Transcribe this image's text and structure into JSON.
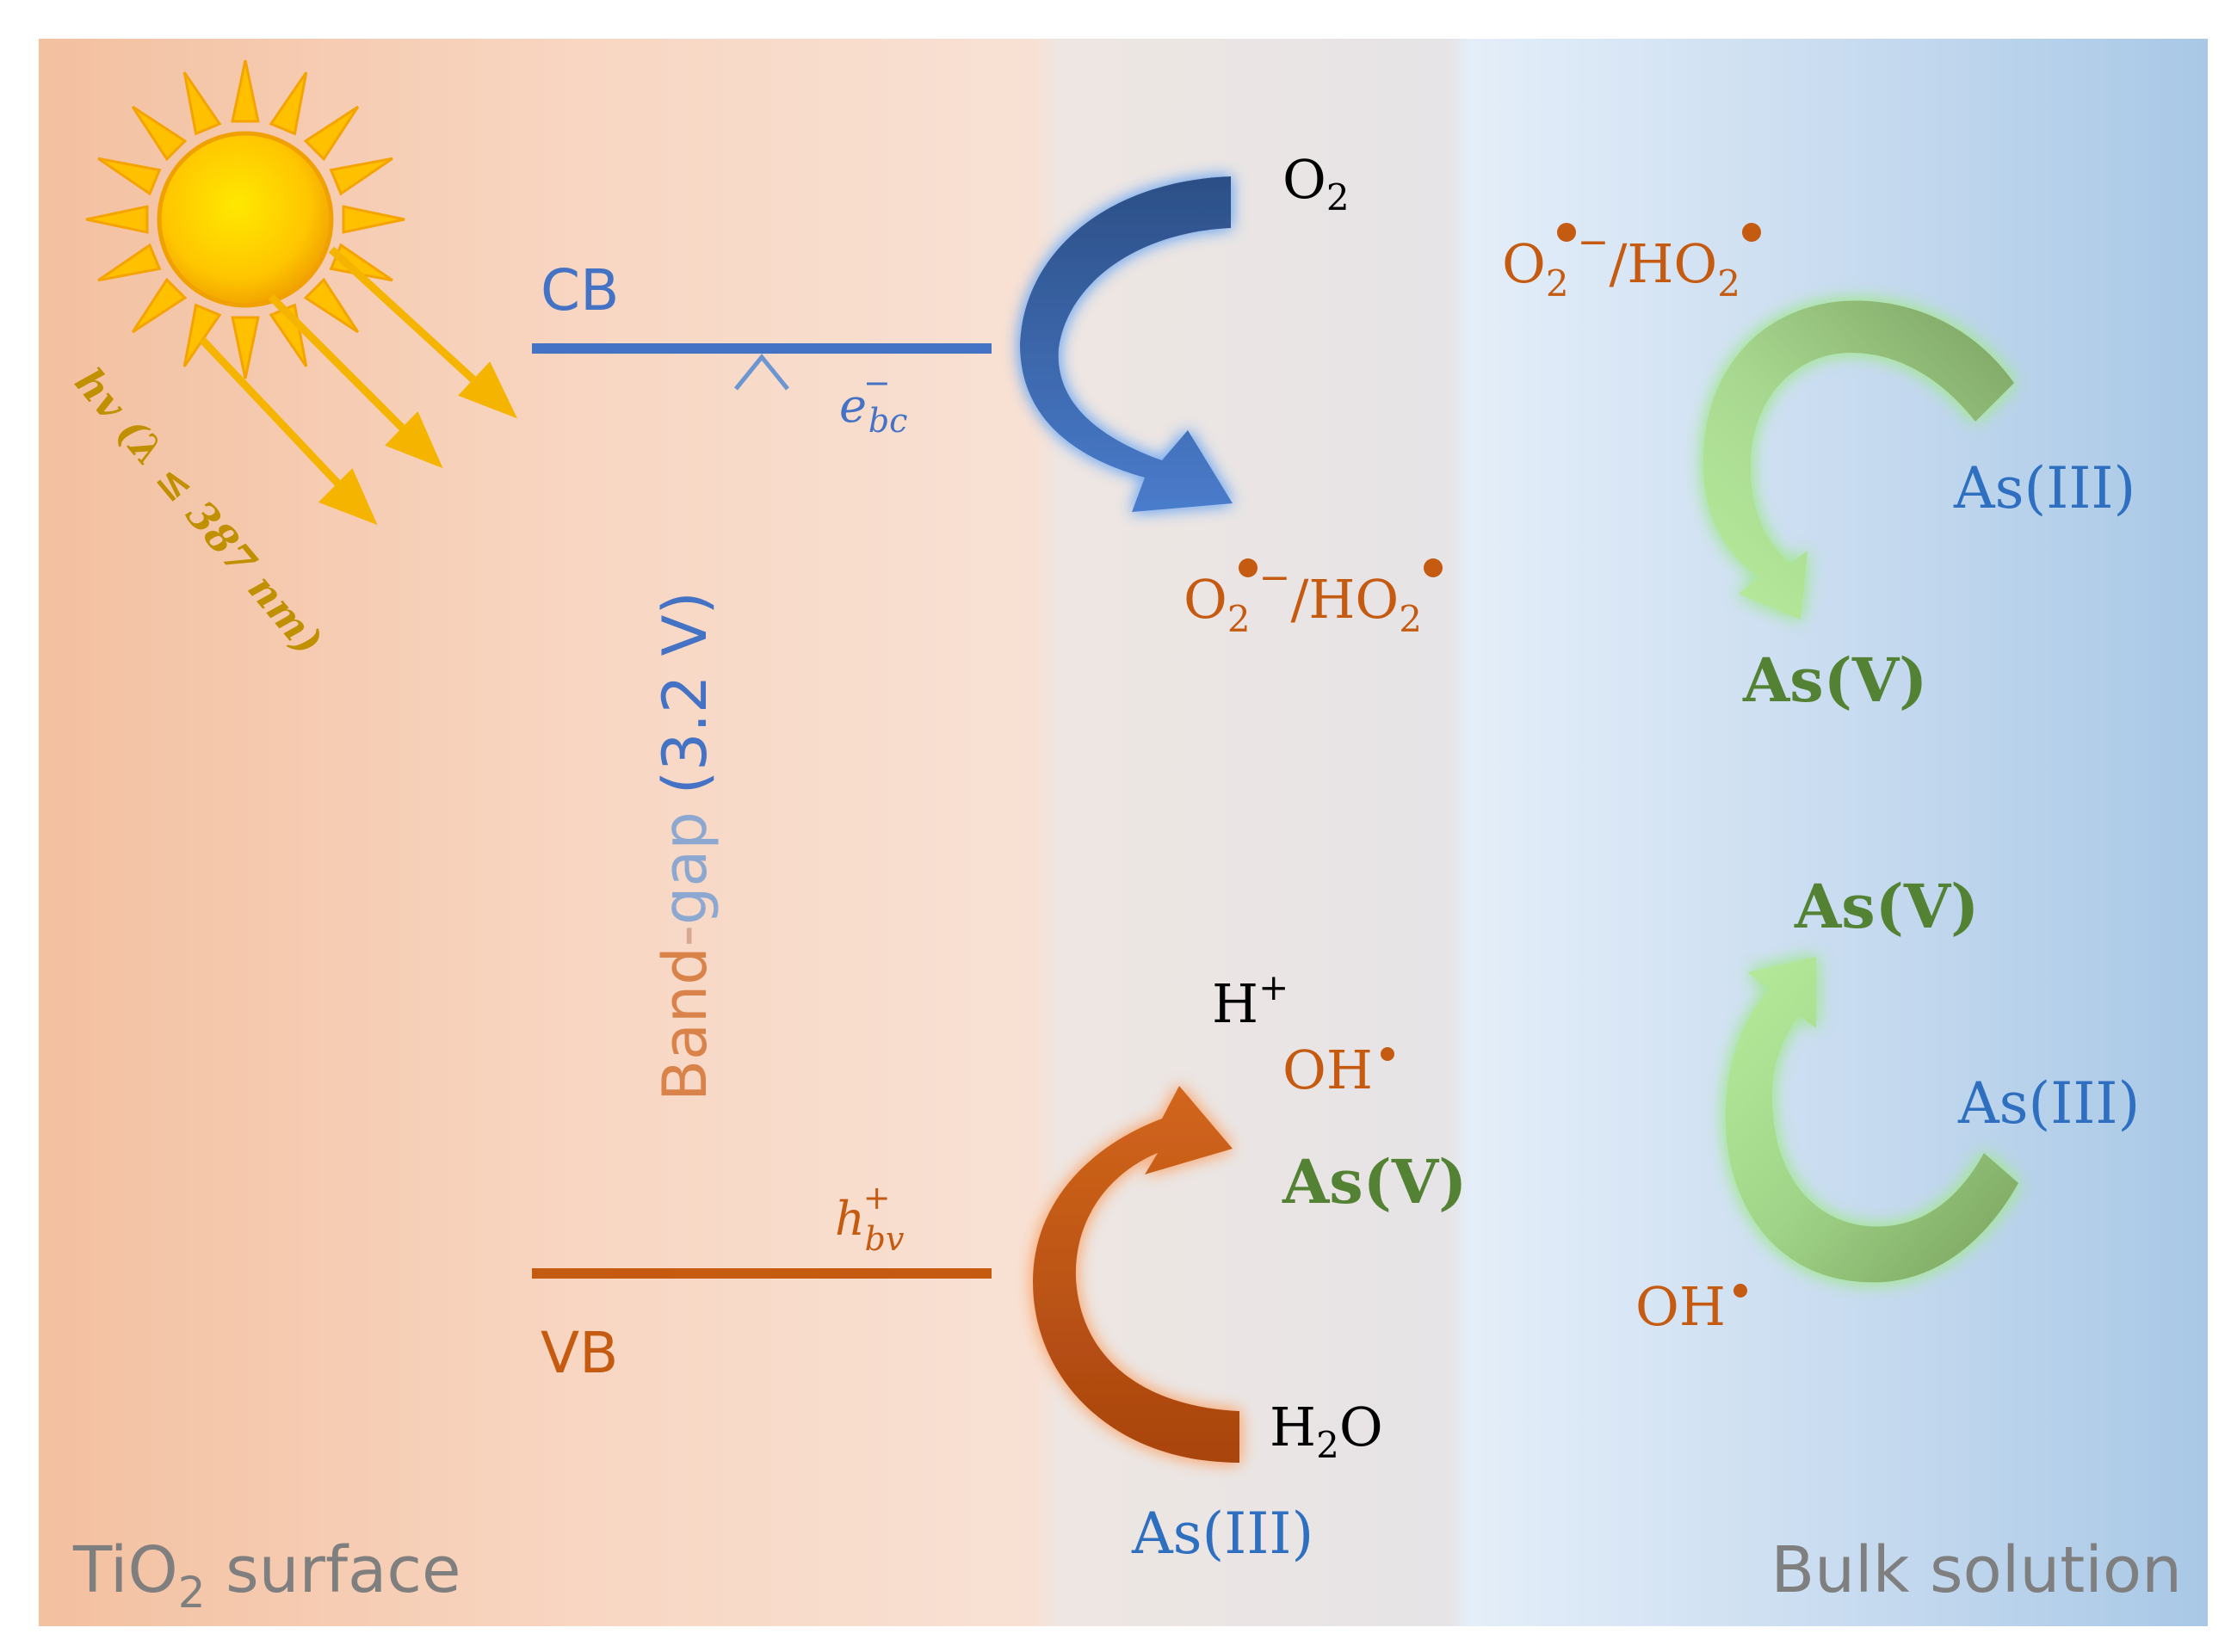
{
  "regions": {
    "left_label_main": "TiO",
    "left_label_sub": "2",
    "left_label_tail": " surface",
    "right_label": "Bulk solution"
  },
  "light": {
    "label": "hv (λ ≤ 387 nm)"
  },
  "bands": {
    "cb_label": "CB",
    "vb_label": "VB",
    "gap_word_band": "Band",
    "gap_word_dash": "-",
    "gap_word_gap": "gap",
    "gap_value": "(3.2 V)",
    "electron": {
      "base": "e",
      "sup": "−",
      "sub": "bc"
    },
    "hole": {
      "base": "h",
      "sup": "+",
      "sub": "bv"
    }
  },
  "reduction": {
    "reactant": {
      "base": "O",
      "sub": "2"
    },
    "product": {
      "a_base": "O",
      "a_sub": "2",
      "a_sup": "−",
      "slash": "/HO",
      "b_sub": "2"
    }
  },
  "oxidation": {
    "reactant": {
      "base": "H",
      "sub": "2",
      "tail": "O"
    },
    "co_reactant": "As(III)",
    "product_h": {
      "base": "H",
      "sup": "+"
    },
    "product_oh": "OH",
    "product_as": "As(V)"
  },
  "bulk_top": {
    "radical": {
      "a_base": "O",
      "a_sub": "2",
      "a_sup": "−",
      "slash": "/HO",
      "b_sub": "2"
    },
    "reactant": "As(III)",
    "product": "As(V)"
  },
  "bulk_bottom": {
    "radical": "OH",
    "reactant": "As(III)",
    "product": "As(V)"
  },
  "colors": {
    "blue": "#2f6fc0",
    "orange": "#c55a11",
    "green": "#548235",
    "gold": "#c09000",
    "gray": "#7f7f7f"
  }
}
